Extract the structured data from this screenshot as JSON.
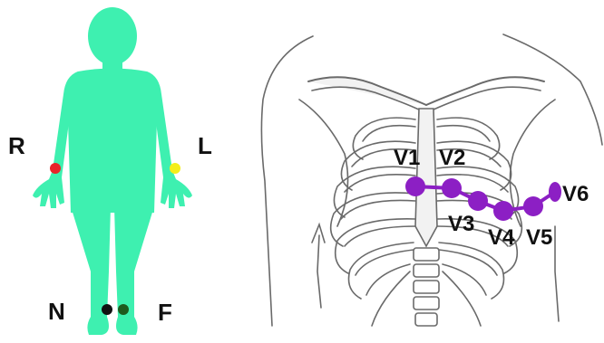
{
  "limb_leads": {
    "right_arm": {
      "label": "R",
      "color": "#e8232a"
    },
    "left_arm": {
      "label": "L",
      "color": "#f4ee1a"
    },
    "neutral": {
      "label": "N",
      "color": "#111111"
    },
    "foot": {
      "label": "F",
      "color": "#1e5a1e"
    }
  },
  "precordial_leads": {
    "color": "#8c1fc4",
    "items": [
      {
        "label": "V1"
      },
      {
        "label": "V2"
      },
      {
        "label": "V3"
      },
      {
        "label": "V4"
      },
      {
        "label": "V5"
      },
      {
        "label": "V6"
      }
    ]
  },
  "colors": {
    "body": "#3ef0b0",
    "skeleton_stroke": "#6a6a6a",
    "skeleton_fill": "#f2f2f2"
  }
}
